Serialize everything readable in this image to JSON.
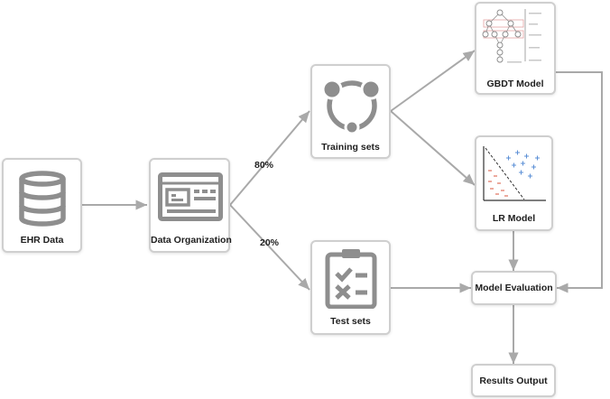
{
  "nodes": {
    "ehr": "EHR Data",
    "organization": "Data Organization",
    "training": "Training sets",
    "test": "Test sets",
    "gbdt": "GBDT Model",
    "lr": "LR Model",
    "evaluation": "Model Evaluation",
    "results": "Results Output"
  },
  "edges": {
    "train_pct": "80%",
    "test_pct": "20%"
  },
  "colors": {
    "edge": "#a9a9a9",
    "border": "#cfcfcf",
    "icon": "#8e8e8e",
    "lr_plus": "#5b8fd6",
    "lr_minus": "#e0705e"
  }
}
